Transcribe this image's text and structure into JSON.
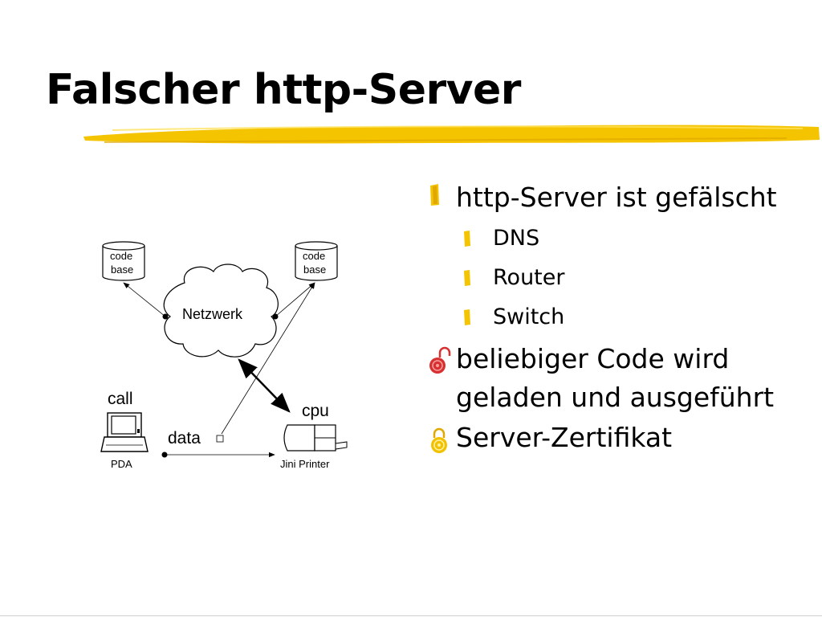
{
  "slide": {
    "title": "Falscher http-Server"
  },
  "diagram": {
    "codebase_left": {
      "line1": "code",
      "line2": "base"
    },
    "codebase_right": {
      "line1": "code",
      "line2": "base"
    },
    "network": "Netzwerk",
    "call": "call",
    "cpu": "cpu",
    "data": "data",
    "pda": "PDA",
    "printer": "Jini Printer"
  },
  "bullets": [
    {
      "text": "http-Server ist gefälscht",
      "icon": "yellow-bar-bullet",
      "sub": [
        {
          "text": "DNS",
          "icon": "yellow-bar-bullet"
        },
        {
          "text": "Router",
          "icon": "yellow-bar-bullet"
        },
        {
          "text": "Switch",
          "icon": "yellow-bar-bullet"
        }
      ]
    },
    {
      "text": "beliebiger Code wird geladen und ausgeführt",
      "icon": "red-open-padlock-icon"
    },
    {
      "text": "Server-Zertifikat",
      "icon": "yellow-closed-padlock-icon"
    }
  ],
  "colors": {
    "highlight": "#f5c400",
    "open_lock": "#d83030",
    "closed_lock": "#f2c200"
  }
}
